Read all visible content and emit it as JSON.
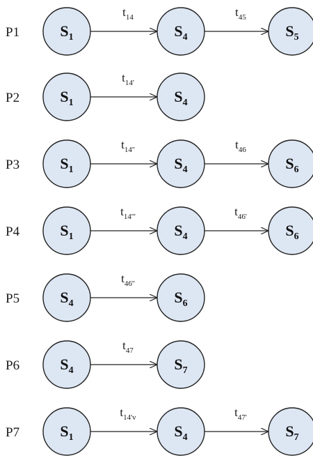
{
  "paths": [
    {
      "label": "P1",
      "states": [
        {
          "main": "S",
          "sub": "1"
        },
        {
          "main": "S",
          "sub": "4"
        },
        {
          "main": "S",
          "sub": "5"
        }
      ],
      "transitions": [
        {
          "main": "t",
          "sub": "14"
        },
        {
          "main": "t",
          "sub": "45"
        }
      ]
    },
    {
      "label": "P2",
      "states": [
        {
          "main": "S",
          "sub": "1"
        },
        {
          "main": "S",
          "sub": "4"
        }
      ],
      "transitions": [
        {
          "main": "t",
          "sub": "14'"
        }
      ]
    },
    {
      "label": "P3",
      "states": [
        {
          "main": "S",
          "sub": "1"
        },
        {
          "main": "S",
          "sub": "4"
        },
        {
          "main": "S",
          "sub": "6"
        }
      ],
      "transitions": [
        {
          "main": "t",
          "sub": "14''"
        },
        {
          "main": "t",
          "sub": "46"
        }
      ]
    },
    {
      "label": "P4",
      "states": [
        {
          "main": "S",
          "sub": "1"
        },
        {
          "main": "S",
          "sub": "4"
        },
        {
          "main": "S",
          "sub": "6"
        }
      ],
      "transitions": [
        {
          "main": "t",
          "sub": "14'''"
        },
        {
          "main": "t",
          "sub": "46'"
        }
      ]
    },
    {
      "label": "P5",
      "states": [
        {
          "main": "S",
          "sub": "4"
        },
        {
          "main": "S",
          "sub": "6"
        }
      ],
      "transitions": [
        {
          "main": "t",
          "sub": "46''"
        }
      ]
    },
    {
      "label": "P6",
      "states": [
        {
          "main": "S",
          "sub": "4"
        },
        {
          "main": "S",
          "sub": "7"
        }
      ],
      "transitions": [
        {
          "main": "t",
          "sub": "47"
        }
      ]
    },
    {
      "label": "P7",
      "states": [
        {
          "main": "S",
          "sub": "1"
        },
        {
          "main": "S",
          "sub": "4"
        },
        {
          "main": "S",
          "sub": "7"
        }
      ],
      "transitions": [
        {
          "main": "t",
          "sub": "14'v"
        },
        {
          "main": "t",
          "sub": "47'"
        }
      ]
    }
  ]
}
